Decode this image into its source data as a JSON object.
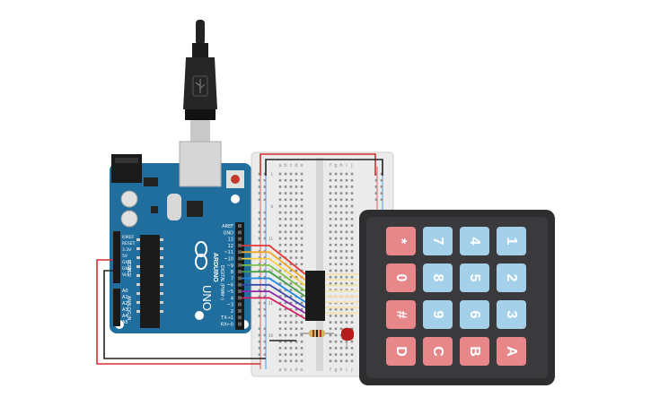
{
  "arduino": {
    "brand": "ARDUINO",
    "model": "UNO",
    "digital_header_label": "DIGITAL (PWM~)",
    "power_label": "POWER",
    "analog_label": "ANALOG IN",
    "pins_digital": [
      "AREF",
      "GND",
      "13",
      "12",
      "~11",
      "~10",
      "~9",
      "8",
      "7",
      "~6",
      "~5",
      "4",
      "~3",
      "2",
      "TX→1",
      "RX←0"
    ],
    "pins_power": [
      "IOREF",
      "RESET",
      "3.3V",
      "5V",
      "GND",
      "GND",
      "Vin"
    ],
    "pins_analog": [
      "A0",
      "A1",
      "A2",
      "A3",
      "A4",
      "A5"
    ]
  },
  "breadboard": {
    "col_labels_left": [
      "a",
      "b",
      "c",
      "d",
      "e"
    ],
    "col_labels_right": [
      "f",
      "g",
      "h",
      "i",
      "j"
    ]
  },
  "keypad": {
    "keys": [
      [
        "*",
        "7",
        "4",
        "1"
      ],
      [
        "0",
        "8",
        "5",
        "2"
      ],
      [
        "#",
        "9",
        "6",
        "3"
      ],
      [
        "D",
        "C",
        "B",
        "A"
      ]
    ],
    "colors": {
      "red_key": "#e8878a",
      "blue_key": "#a4d0ea",
      "frame": "#2e2e30"
    }
  },
  "wire_colors": [
    "#e53935",
    "#f5a623",
    "#f4d03f",
    "#7cc243",
    "#43a047",
    "#1e88e5",
    "#3949ab",
    "#8e24aa",
    "#d81b60"
  ],
  "colors": {
    "board": "#1f6e9d",
    "red_wire": "#d32f2f",
    "black_wire": "#222222",
    "led": "#b71c1c"
  }
}
